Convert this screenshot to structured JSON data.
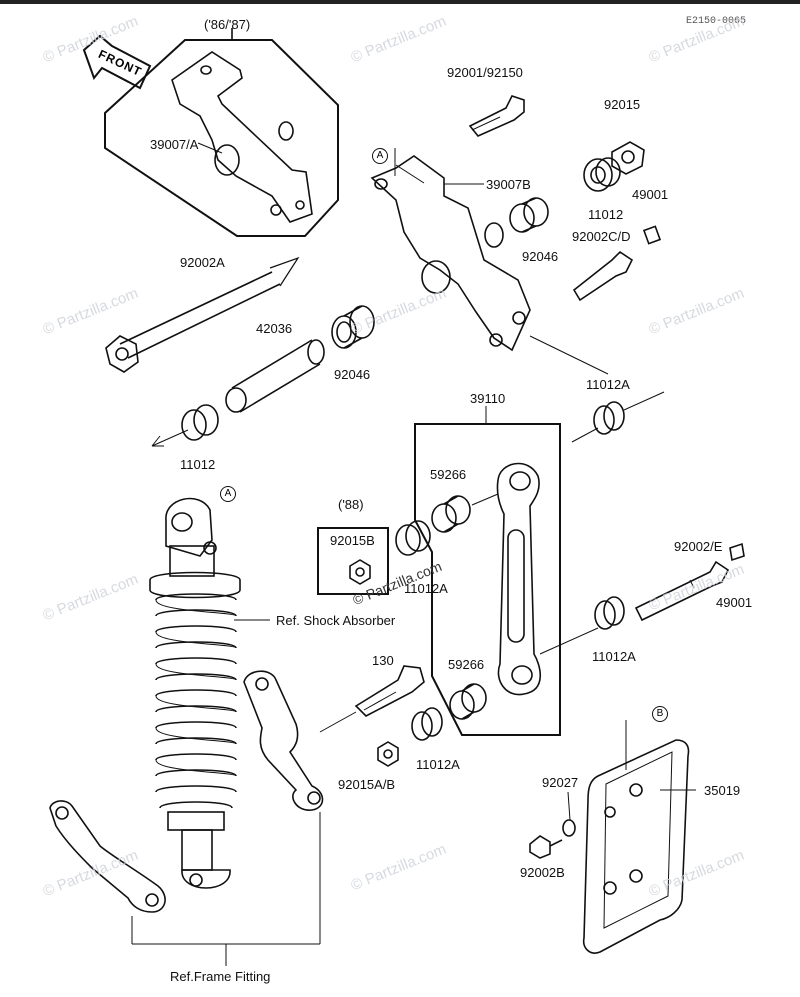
{
  "figure_code": "E2150-0065",
  "front_label": "FRONT",
  "watermark": "© Partzilla.com",
  "watermark_center": "© Partzilla.com",
  "callouts": {
    "a": "A",
    "b": "B"
  },
  "labels": {
    "year_86_87": "('86/'87)",
    "p39007a": "39007/A",
    "p92001": "92001/92150",
    "p92015_top": "92015",
    "p39007b": "39007B",
    "p11012_top": "11012",
    "p49001_top": "49001",
    "p92002cd": "92002C/D",
    "p92046_top": "92046",
    "p92002a": "92002A",
    "p42036": "42036",
    "p92046_mid": "92046",
    "p11012_left": "11012",
    "p11012a_right": "11012A",
    "p39110": "39110",
    "p59266_top": "59266",
    "year_88": "('88)",
    "p92015b": "92015B",
    "p11012a_mid": "11012A",
    "p92002e": "92002/E",
    "p49001_right": "49001",
    "ref_shock": "Ref. Shock Absorber",
    "p11012a_lowright": "11012A",
    "p130": "130",
    "p59266_bot": "59266",
    "p11012a_bot": "11012A",
    "p92015ab": "92015A/B",
    "p92027": "92027",
    "p35019": "35019",
    "p92002b": "92002B",
    "ref_frame": "Ref.Frame Fitting"
  }
}
